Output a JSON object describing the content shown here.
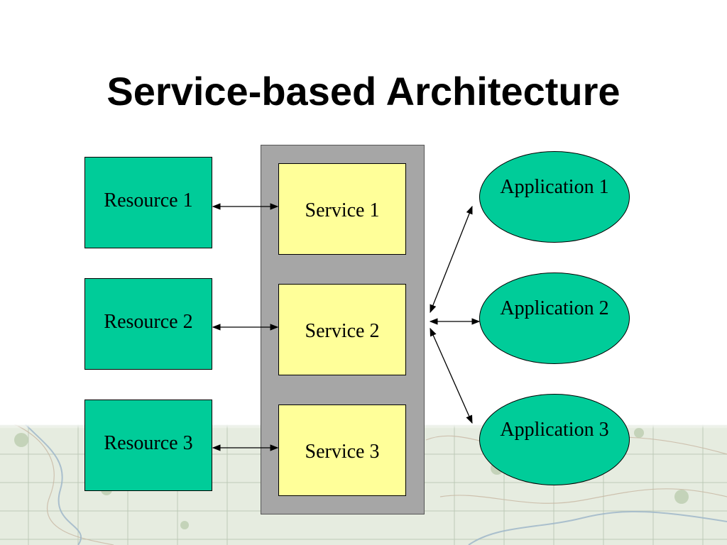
{
  "slide": {
    "title": "Service-based Architecture"
  },
  "resources": [
    {
      "label": "Resource 1"
    },
    {
      "label": "Resource 2"
    },
    {
      "label": "Resource 3"
    }
  ],
  "services": [
    {
      "label": "Service 1"
    },
    {
      "label": "Service 2"
    },
    {
      "label": "Service 3"
    }
  ],
  "applications": [
    {
      "label": "Application 1"
    },
    {
      "label": "Application 2"
    },
    {
      "label": "Application 3"
    }
  ],
  "connections": [
    {
      "from": "Resource 1",
      "to": "Service 1",
      "style": "double-arrow"
    },
    {
      "from": "Resource 2",
      "to": "Service 2",
      "style": "double-arrow"
    },
    {
      "from": "Resource 3",
      "to": "Service 3",
      "style": "double-arrow"
    },
    {
      "from": "Services",
      "to": "Application 1",
      "style": "double-arrow"
    },
    {
      "from": "Services",
      "to": "Application 2",
      "style": "double-arrow"
    },
    {
      "from": "Services",
      "to": "Application 3",
      "style": "double-arrow"
    }
  ],
  "colors": {
    "resource_fill": "#00cc99",
    "service_fill": "#ffff99",
    "application_fill": "#00cc99",
    "container_fill": "#a6a6a6",
    "title": "#000000"
  }
}
